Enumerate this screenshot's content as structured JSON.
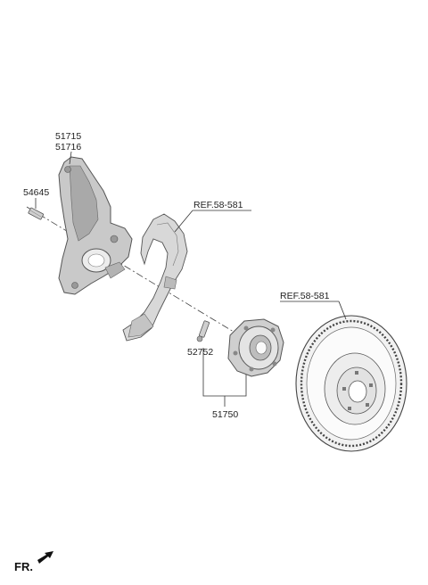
{
  "labels": {
    "knuckle_part_a": "51715",
    "knuckle_part_b": "51716",
    "bolt_part": "54645",
    "dust_cover_ref": "REF.58-581",
    "hub_bolt_part": "52752",
    "hub_assembly_part": "51750",
    "disc_ref": "REF.58-581",
    "front_indicator": "FR."
  }
}
